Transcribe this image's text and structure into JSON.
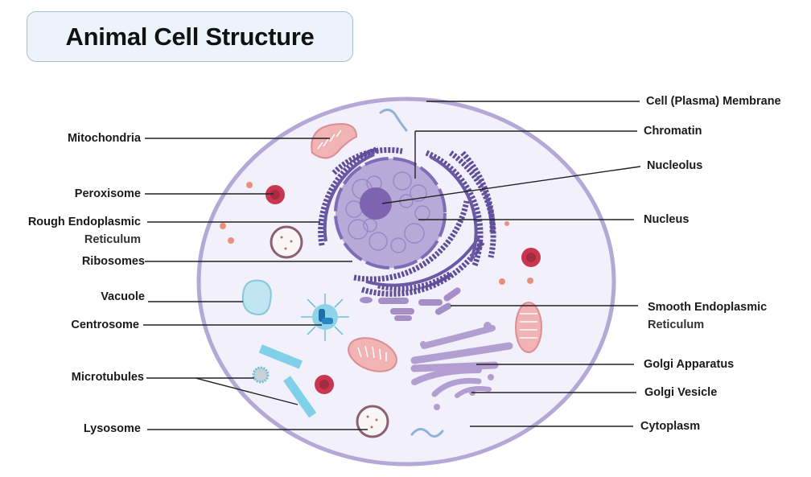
{
  "title": "Animal Cell Structure",
  "labels_left": {
    "mitochondria": "Mitochondria",
    "peroxisome": "Peroxisome",
    "rough_er_line1": "Rough Endoplasmic",
    "rough_er_line2": "Reticulum",
    "ribosomes": "Ribosomes",
    "vacuole": "Vacuole",
    "centrosome": "Centrosome",
    "microtubules": "Microtubules",
    "lysosome": "Lysosome"
  },
  "labels_right": {
    "cell_membrane": "Cell (Plasma) Membrane",
    "chromatin": "Chromatin",
    "nucleolus": "Nucleolus",
    "nucleus": "Nucleus",
    "smooth_er_line1": "Smooth Endoplasmic",
    "smooth_er_line2": "Reticulum",
    "golgi_apparatus": "Golgi Apparatus",
    "golgi_vesicle": "Golgi Vesicle",
    "cytoplasm": "Cytoplasm"
  },
  "colors": {
    "membrane": "#b4a8d6",
    "cytoplasm": "#f2f0fa",
    "nucleus": "#a99ad0",
    "nucleolus": "#7d64b0",
    "rough_er": "#5f4f9a",
    "smooth_er": "#a68fc6",
    "mitochondria": "#f1b3b3",
    "peroxisome": "#c8374f",
    "vacuole": "#bfe6f2",
    "centrosome": "#5bb9d6",
    "microtubules": "#7fd0e8",
    "lysosome": "#8c6072",
    "leader_line": "#222222"
  }
}
